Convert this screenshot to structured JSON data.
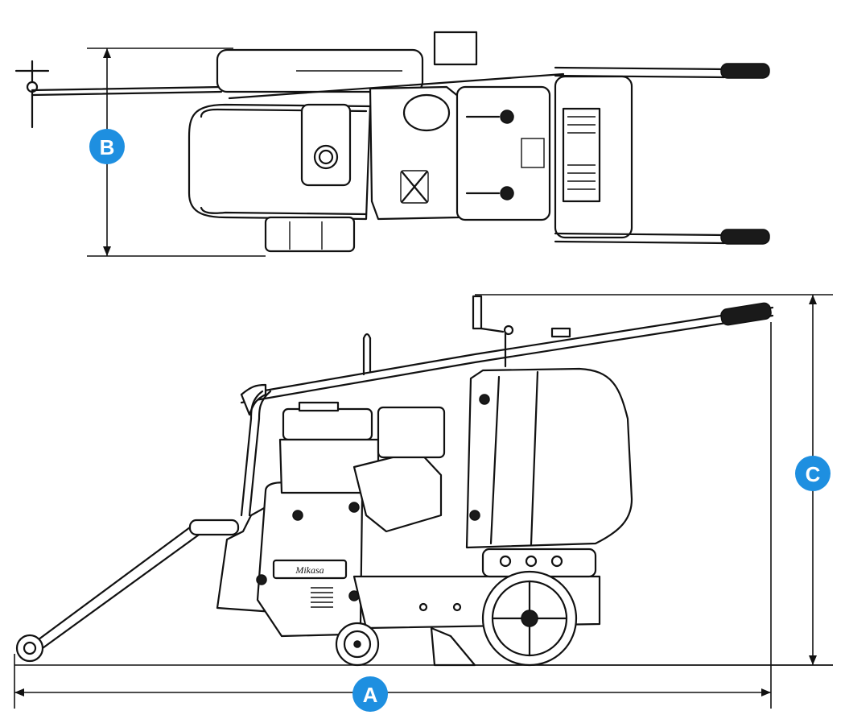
{
  "dimension_labels": {
    "length": "A",
    "width": "B",
    "height": "C"
  },
  "brand_plate": "Mikasa",
  "colors": {
    "badge": "#1e8fe0",
    "line": "#111111",
    "background": "#ffffff"
  }
}
